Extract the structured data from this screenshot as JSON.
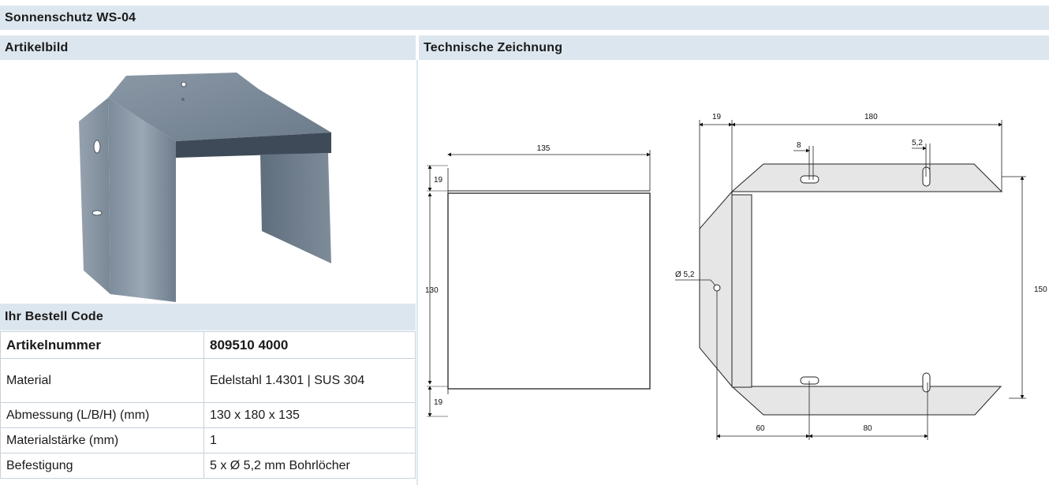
{
  "title": "Sonnenschutz WS-04",
  "headers": {
    "left": "Artikelbild",
    "right": "Technische Zeichnung",
    "order": "Ihr Bestell Code"
  },
  "specs": [
    {
      "label": "Artikelnummer",
      "value": "809510 4000"
    },
    {
      "label": "Material",
      "value": "Edelstahl 1.4301 | SUS 304"
    },
    {
      "label": "Abmessung (L/B/H) (mm)",
      "value": "130 x 180 x 135"
    },
    {
      "label": "Materialstärke (mm)",
      "value": "1"
    },
    {
      "label": "Befestigung",
      "value": "5 x Ø 5,2 mm Bohrlöcher"
    }
  ],
  "drawing": {
    "side": {
      "width": "135",
      "top": "19",
      "middle": "130",
      "bottom": "19"
    },
    "flat": {
      "flap": "19",
      "length": "180",
      "slot_a": "8",
      "slot_b": "5,2",
      "hole": "Ø 5,2",
      "height": "150",
      "offset": "60",
      "spacing": "80"
    }
  },
  "colors": {
    "header_bg": "#dce6ee",
    "part_fill": "#e6e6e6"
  }
}
